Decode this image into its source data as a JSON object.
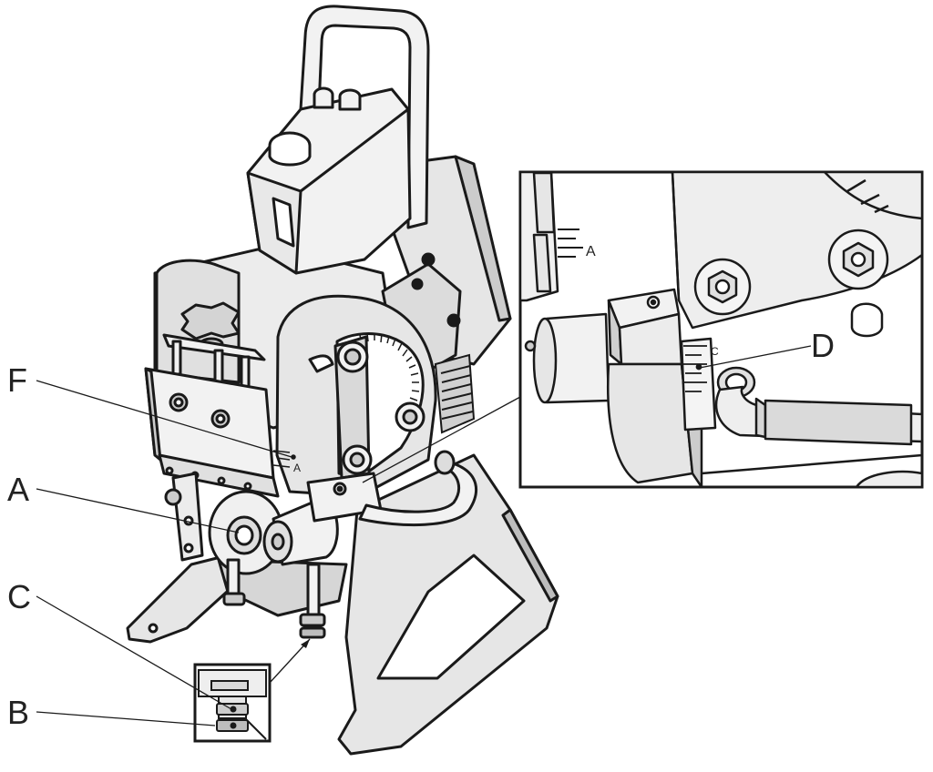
{
  "callouts": {
    "F": "F",
    "A": "A",
    "C": "C",
    "B": "B",
    "D": "D"
  },
  "scale_marks": {
    "main_a": "A",
    "inset_a": "A",
    "inset_c": "C"
  },
  "colors": {
    "line": "#1a1a1a",
    "body_fill": "#e6e6e6",
    "light_fill": "#f2f2f2",
    "dark_fill": "#bdbdbd",
    "background": "#ffffff"
  }
}
